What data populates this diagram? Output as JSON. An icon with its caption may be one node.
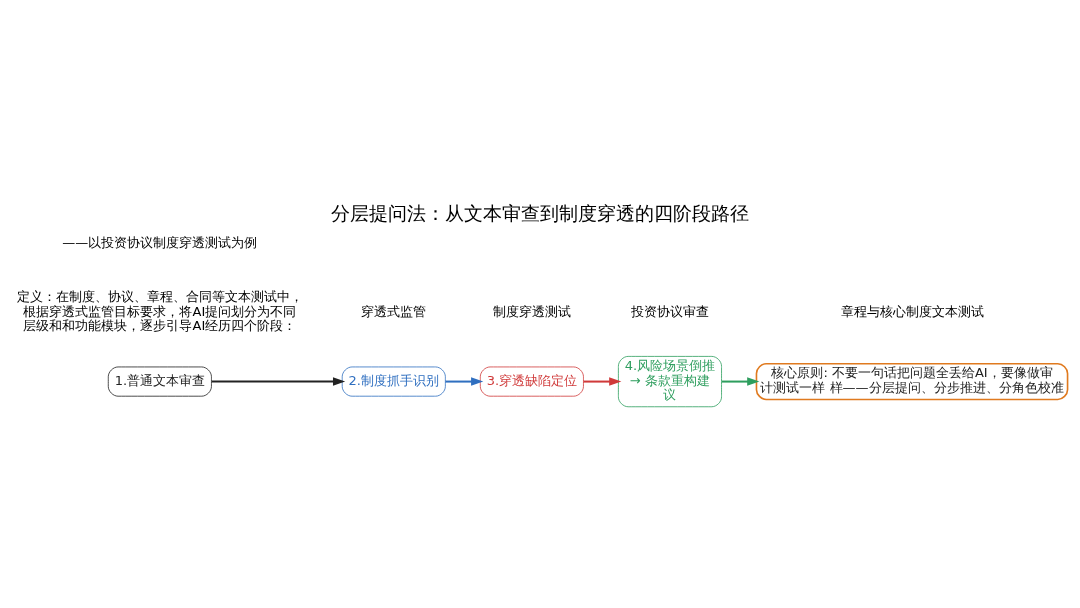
{
  "diagram": {
    "title": "分层提问法：从文本审查到制度穿透的四阶段路径",
    "nodes": [
      {
        "text": [
          "1.普通文本审查"
        ]
      },
      {
        "text": [
          "2.制度抓手识别"
        ]
      },
      {
        "text": [
          "3.穿透缺陷定位"
        ]
      },
      {
        "text": [
          "4.风险场景倒推 → 条款重构建议"
        ]
      },
      {
        "text": [
          "核心原则: 不要一句话把问题全丢给AI，要像做审计测试一样 样——分层提问、分步推进、分角色校准"
        ]
      }
    ],
    "edges": [
      {
        "from": 0,
        "to": 1,
        "arrow": "to",
        "color": "#222222"
      },
      {
        "from": 1,
        "to": 2,
        "arrow": "to",
        "color": "#2f6fc0"
      },
      {
        "from": 2,
        "to": 3,
        "arrow": "to",
        "color": "#d03a3a"
      },
      {
        "from": 3,
        "to": 4,
        "arrow": "to",
        "color": "#2e9e5e"
      }
    ],
    "labels": [
      "——以投资协议制度穿透测试为例",
      "定义：在制度、协议、章程、合同等文本测试中，根据穿透式监管目标要求，将AI提问划分为不同层级和和功能模块，逐步引导AI经历四个阶段：",
      "穿透式监管",
      "制度穿透测试",
      "投资协议审查",
      "章程与核心制度文本测试"
    ]
  }
}
